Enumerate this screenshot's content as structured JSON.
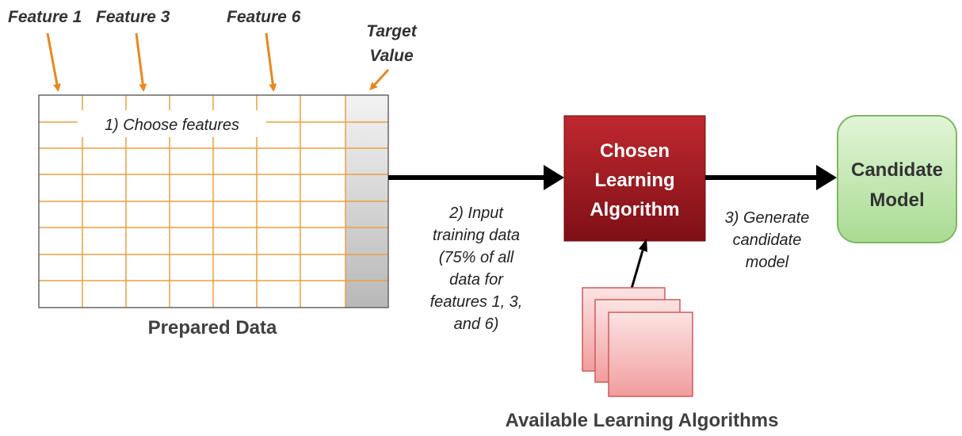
{
  "features": {
    "feature_1": "Feature 1",
    "feature_3": "Feature 3",
    "feature_6": "Feature 6",
    "target_line1": "Target",
    "target_line2": "Value"
  },
  "table": {
    "choose_label": "1) Choose features",
    "caption": "Prepared Data"
  },
  "step2": {
    "lines": [
      "2) Input",
      "training data",
      "(75% of all",
      "data for",
      "features 1, 3,",
      "and 6)"
    ]
  },
  "algorithm": {
    "lines": [
      "Chosen",
      "Learning",
      "Algorithm"
    ]
  },
  "step3": {
    "lines": [
      "3) Generate",
      "candidate",
      "model"
    ]
  },
  "model": {
    "lines": [
      "Candidate",
      "Model"
    ]
  },
  "available": {
    "caption": "Available Learning Algorithms"
  },
  "colors": {
    "orange": "#e8871e",
    "algorithm_top": "#c0282f",
    "algorithm_bottom": "#7e0f16",
    "model_fill": "#c5e8b4",
    "model_stroke": "#7cb860",
    "card_fill": "#f7c0c0",
    "card_stroke": "#d25a5a",
    "grid_line": "#e8a040"
  }
}
